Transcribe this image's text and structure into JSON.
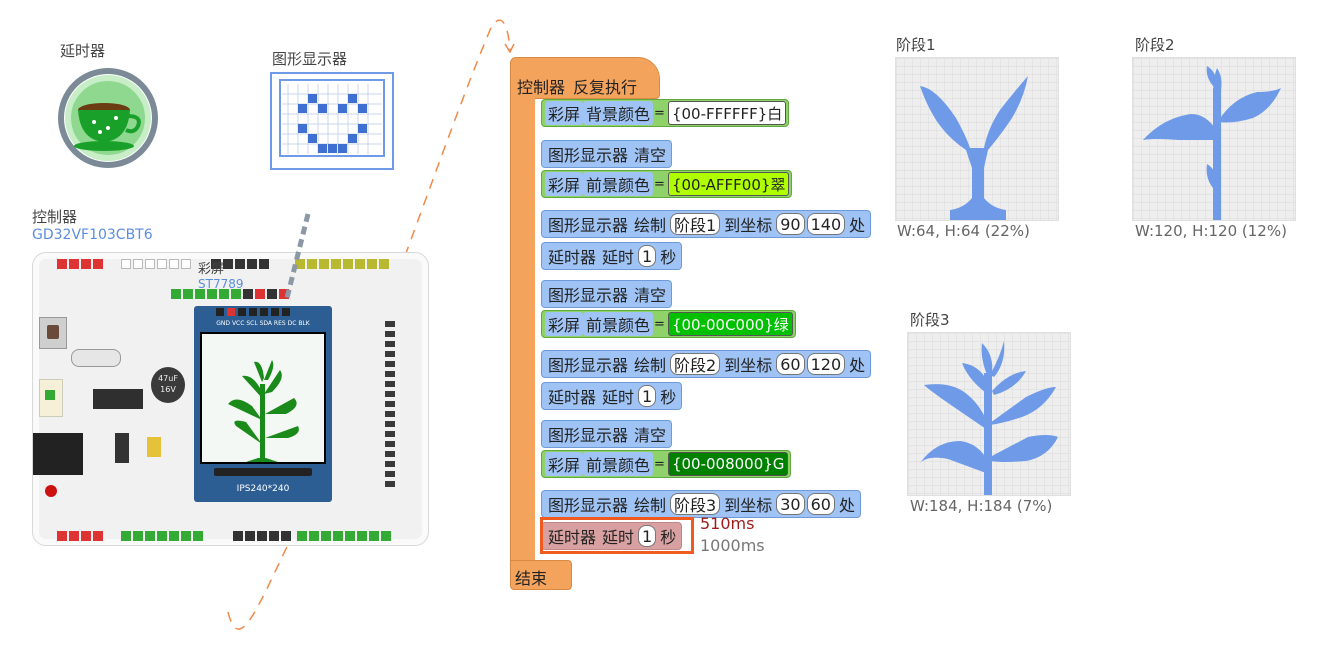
{
  "components": {
    "delay": {
      "label": "延时器"
    },
    "graphic_display": {
      "label": "图形显示器"
    },
    "controller": {
      "label": "控制器",
      "model": "GD32VF103CBT6"
    },
    "screen": {
      "label": "彩屏",
      "model": "ST7789",
      "pin_labels": "GND VCC SCL SDA RES DC BLK",
      "size_label": "IPS240*240",
      "capacitor_value": "47uF",
      "capacitor_voltage": "16V"
    }
  },
  "code": {
    "hat": {
      "module": "控制器",
      "action": "反复执行"
    },
    "end_label": "结束",
    "rows": [
      {
        "type": "bg",
        "module": "彩屏",
        "action": "背景颜色",
        "value": "{00-FFFFFF}白",
        "color": "#ffffff"
      },
      {
        "type": "clear",
        "module": "图形显示器",
        "action": "清空"
      },
      {
        "type": "fg",
        "module": "彩屏",
        "action": "前景颜色",
        "value": "{00-AFFF00}翠",
        "color": "#afff00"
      },
      {
        "type": "draw",
        "module": "图形显示器",
        "action": "绘制",
        "image": "阶段1",
        "to": "到坐标",
        "x": "90",
        "y": "140",
        "end": "处"
      },
      {
        "type": "delay",
        "module": "延时器",
        "action": "延时",
        "value": "1",
        "unit": "秒"
      },
      {
        "type": "clear",
        "module": "图形显示器",
        "action": "清空"
      },
      {
        "type": "fg",
        "module": "彩屏",
        "action": "前景颜色",
        "value": "{00-00C000}绿",
        "color": "#00c000"
      },
      {
        "type": "draw",
        "module": "图形显示器",
        "action": "绘制",
        "image": "阶段2",
        "to": "到坐标",
        "x": "60",
        "y": "120",
        "end": "处"
      },
      {
        "type": "delay",
        "module": "延时器",
        "action": "延时",
        "value": "1",
        "unit": "秒"
      },
      {
        "type": "clear",
        "module": "图形显示器",
        "action": "清空"
      },
      {
        "type": "fg",
        "module": "彩屏",
        "action": "前景颜色",
        "value": "{00-008000}G",
        "color": "#008000"
      },
      {
        "type": "draw",
        "module": "图形显示器",
        "action": "绘制",
        "image": "阶段3",
        "to": "到坐标",
        "x": "30",
        "y": "60",
        "end": "处"
      },
      {
        "type": "delay",
        "module": "延时器",
        "action": "延时",
        "value": "1",
        "unit": "秒",
        "active": true
      }
    ],
    "timing": {
      "elapsed": "510ms",
      "total": "1000ms"
    }
  },
  "images": [
    {
      "title": "阶段1",
      "info": "W:64, H:64 (22%)"
    },
    {
      "title": "阶段2",
      "info": "W:120, H:120 (12%)"
    },
    {
      "title": "阶段3",
      "info": "W:184, H:184 (7%)"
    }
  ],
  "colors": {
    "block_orange": "#f4a35c",
    "block_blue": "#9ec3f4",
    "block_green": "#8fd26a",
    "highlight": "#f05a1e",
    "sprite_blue": "#6f9ae8",
    "plant_green": "#1a8a1a"
  }
}
